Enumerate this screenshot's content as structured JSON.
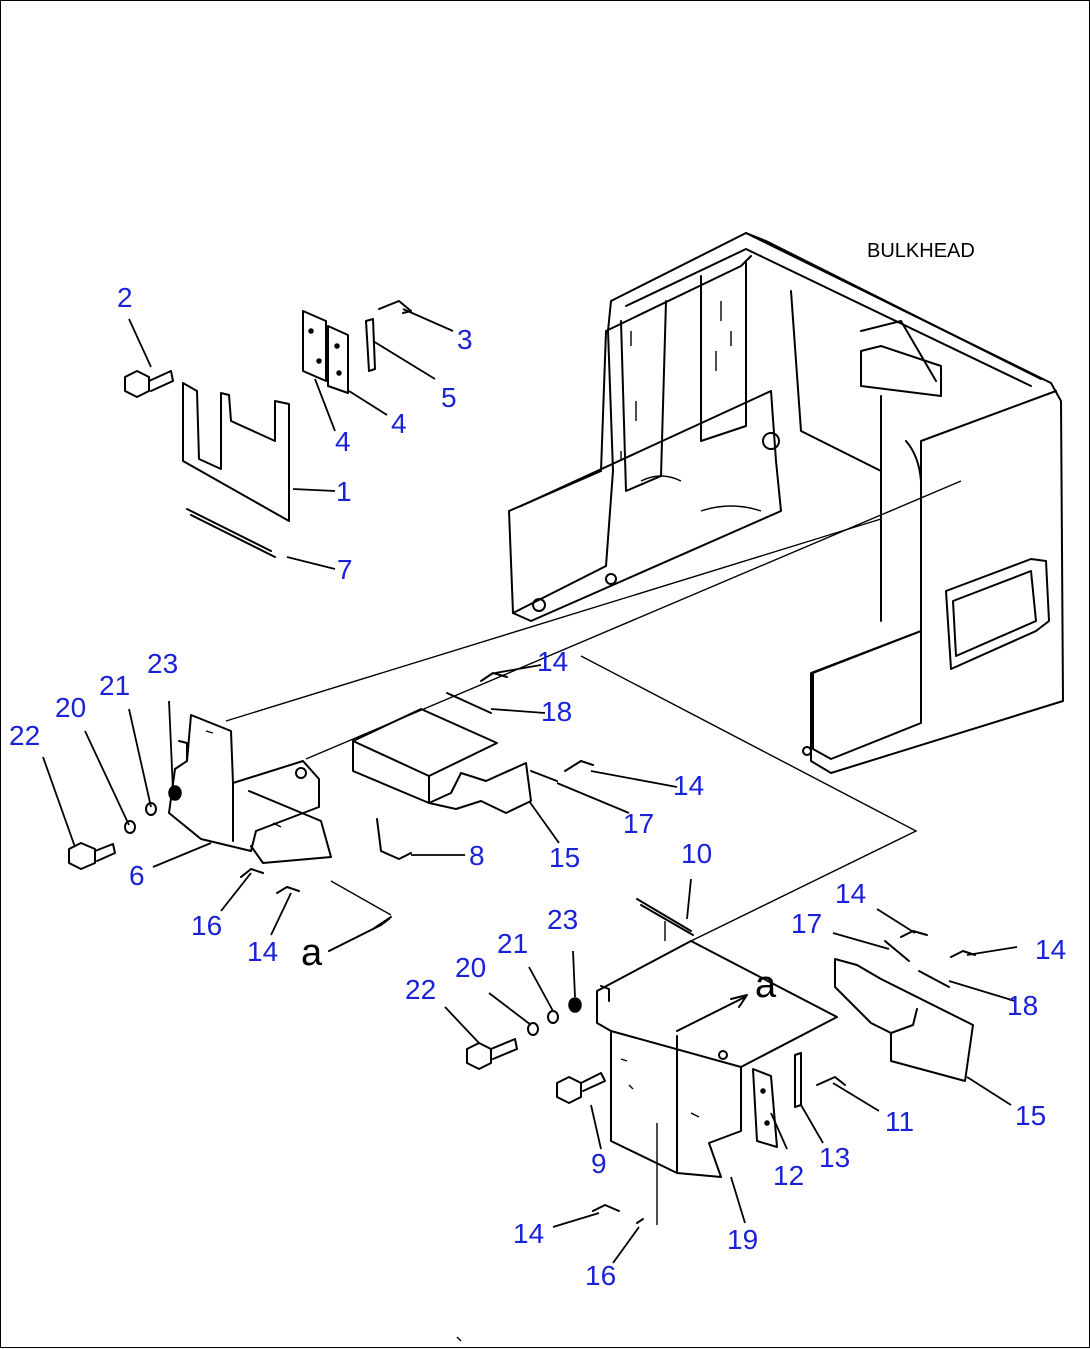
{
  "diagram": {
    "bulkhead_label": "BULKHEAD",
    "reference_mark": "a",
    "callouts": [
      "1",
      "2",
      "3",
      "4",
      "4",
      "5",
      "7",
      "6",
      "8",
      "10",
      "9",
      "11",
      "12",
      "13",
      "14",
      "14",
      "14",
      "14",
      "14",
      "14",
      "15",
      "15",
      "16",
      "16",
      "17",
      "17",
      "18",
      "18",
      "19",
      "20",
      "20",
      "21",
      "21",
      "22",
      "22",
      "23",
      "23"
    ]
  }
}
